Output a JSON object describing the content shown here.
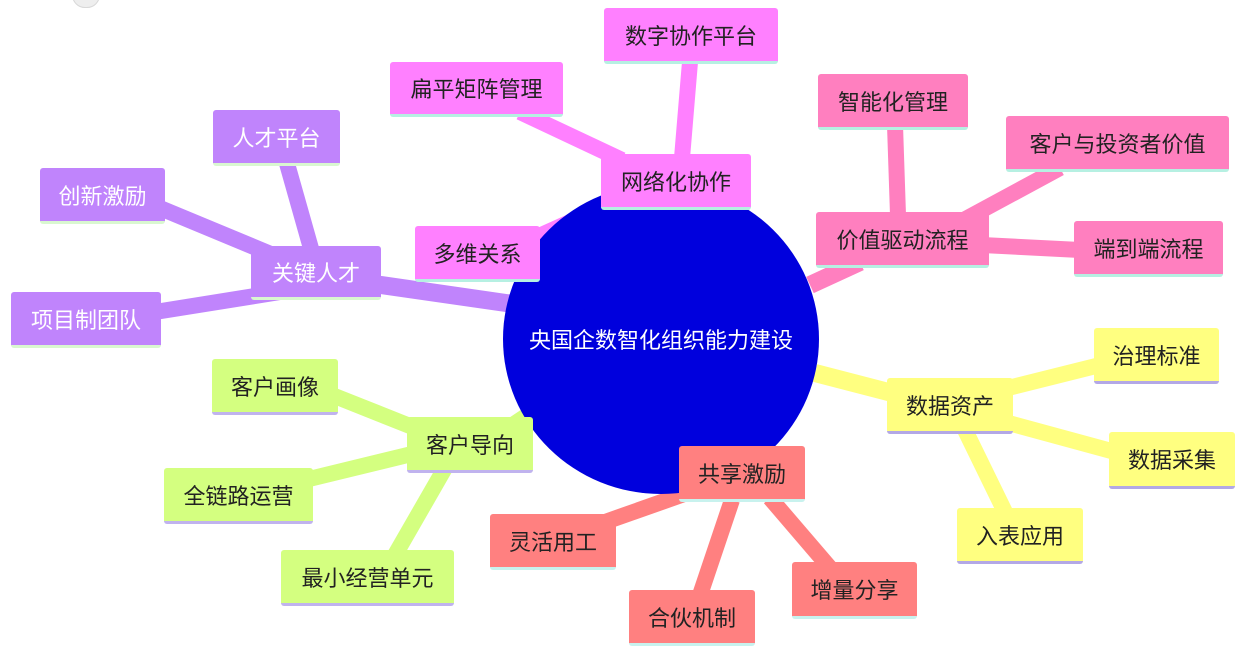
{
  "center": {
    "label": "央国企数智化组织能力建设"
  },
  "branches": [
    {
      "id": "talent",
      "label": "关键人才",
      "color": "#c084fc",
      "children": [
        "人才平台",
        "创新激励",
        "项目制团队"
      ]
    },
    {
      "id": "network",
      "label": "网络化协作",
      "color": "#ff80ff",
      "children": [
        "数字协作平台",
        "扁平矩阵管理",
        "多维关系"
      ]
    },
    {
      "id": "value",
      "label": "价值驱动流程",
      "color": "#ff7fbf",
      "children": [
        "智能化管理",
        "客户与投资者价值",
        "端到端流程"
      ]
    },
    {
      "id": "data",
      "label": "数据资产",
      "color": "#ffff80",
      "children": [
        "治理标准",
        "数据采集",
        "入表应用"
      ]
    },
    {
      "id": "customer",
      "label": "客户导向",
      "color": "#d4ff80",
      "children": [
        "客户画像",
        "全链路运营",
        "最小经营单元"
      ]
    },
    {
      "id": "share",
      "label": "共享激励",
      "color": "#ff8080",
      "children": [
        "灵活用工",
        "合伙机制",
        "增量分享"
      ]
    }
  ]
}
